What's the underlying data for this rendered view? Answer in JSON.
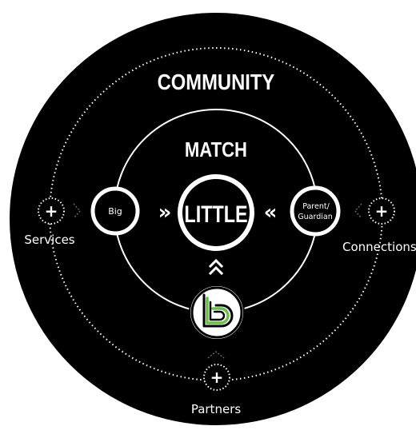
{
  "titles": {
    "community": "COMMUNITY",
    "match": "MATCH",
    "little": "LITTLE"
  },
  "nodes": {
    "big": "Big",
    "parent_line1": "Parent/",
    "parent_line2": "Guardian"
  },
  "outer_labels": {
    "services": "Services",
    "connections": "Connections",
    "partners": "Partners"
  },
  "arrows": {
    "right": "»",
    "left": "«",
    "up": "^"
  },
  "plus_symbol": "+",
  "colors": {
    "background": "#000000",
    "foreground": "#ffffff",
    "logo_green": "#6abf4b"
  },
  "icons": {
    "logo": "bbbs-logo-icon",
    "plus": "plus-icon"
  }
}
